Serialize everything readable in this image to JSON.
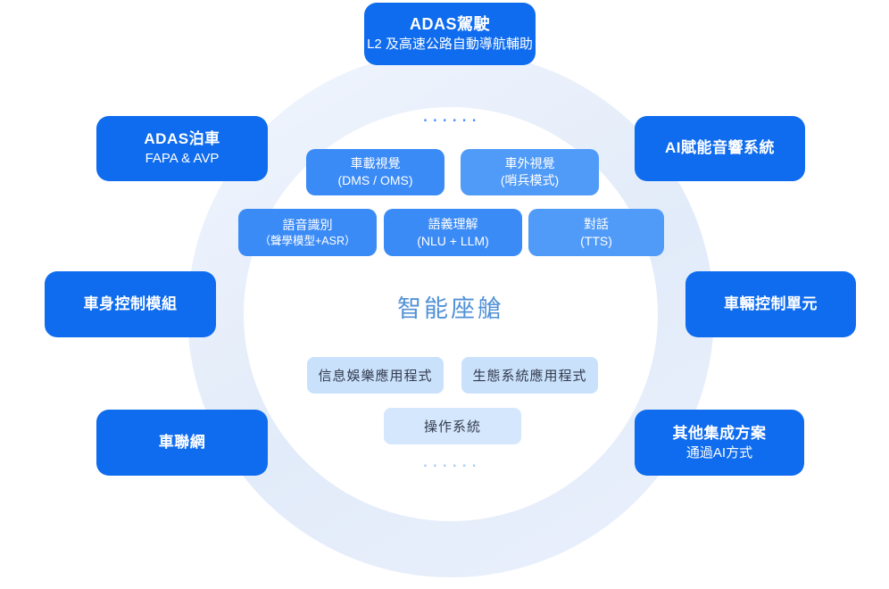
{
  "diagram": {
    "center_title": "智能座艙",
    "ellipsis_top": "......",
    "ellipsis_bottom": "......"
  },
  "outer_nodes": [
    {
      "id": "adas-driving",
      "title": "ADAS駕駛",
      "subtitle": "L2 及高速公路自動導航輔助"
    },
    {
      "id": "adas-parking",
      "title": "ADAS泊車",
      "subtitle": "FAPA & AVP"
    },
    {
      "id": "ai-audio-system",
      "title": "AI賦能音響系統"
    },
    {
      "id": "body-control-module",
      "title": "車身控制模組"
    },
    {
      "id": "vehicle-control-unit",
      "title": "車輛控制單元"
    },
    {
      "id": "telematics",
      "title": "車聯網"
    },
    {
      "id": "other-integrations",
      "title": "其他集成方案",
      "subtitle": "通過AI方式"
    }
  ],
  "capability_nodes": [
    {
      "line1": "車載視覺",
      "line2": "(DMS / OMS)"
    },
    {
      "line1": "車外視覺",
      "line2": "(哨兵模式)"
    },
    {
      "line1": "語音識別",
      "line2": "（聲學模型+ASR）"
    },
    {
      "line1": "語義理解",
      "line2": "(NLU + LLM)"
    },
    {
      "line1": "對話",
      "line2": "(TTS)"
    }
  ],
  "platform_nodes": [
    {
      "label": "信息娛樂應用程式"
    },
    {
      "label": "生態系統應用程式"
    },
    {
      "label": "操作系統"
    }
  ],
  "colors": {
    "primary_blue": "#0f6cee",
    "capability_blue": "#3b8bf6",
    "capability_blue_light": "#519bf8",
    "pale_blue": "#c9e1fb",
    "pale_blue_lighter": "#d5e7fc",
    "ring_blue": "#e5edfa",
    "center_title_blue": "#5191d6",
    "platform_text": "#333b4d"
  }
}
